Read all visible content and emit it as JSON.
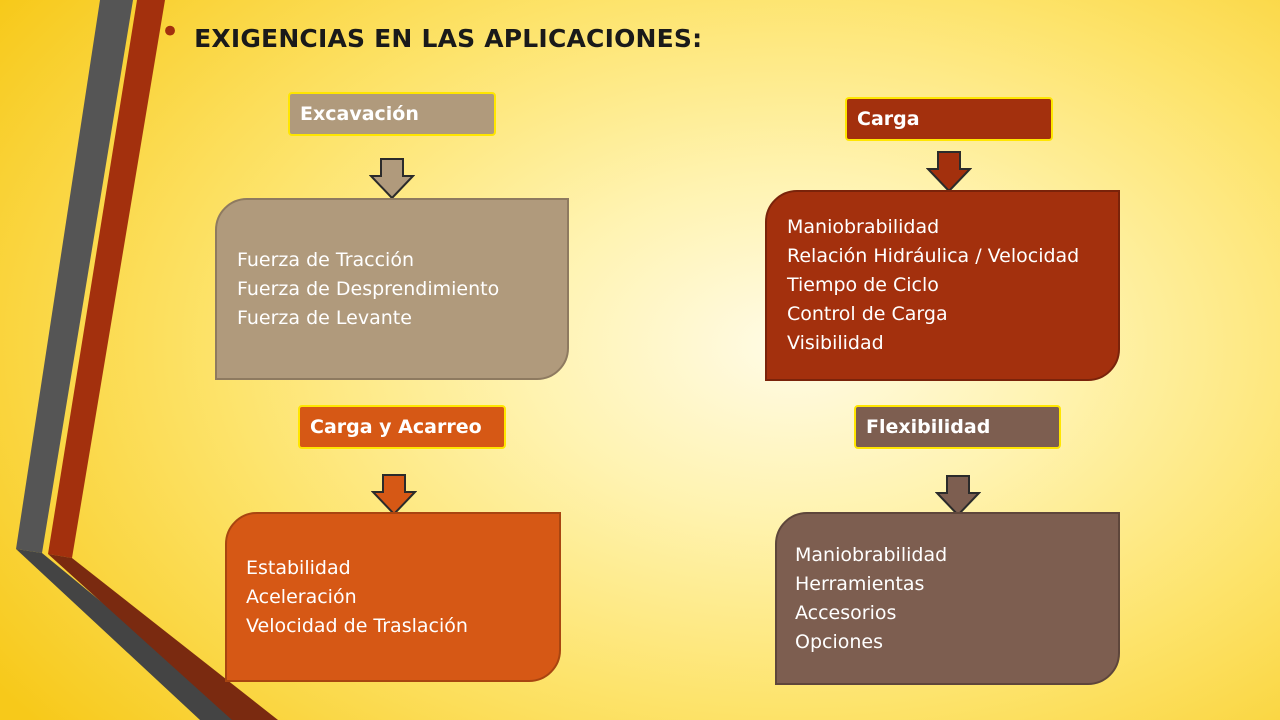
{
  "title": "EXIGENCIAS EN LAS APLICACIONES:",
  "colors": {
    "tan": "#b09a7c",
    "rust": "#a3300d",
    "orange": "#d65815",
    "brown": "#7d5e50",
    "label_border": "#ffe600"
  },
  "blocks": [
    {
      "label": "Excavación",
      "items": [
        "Fuerza de Tracción",
        "Fuerza de Desprendimiento",
        "Fuerza de Levante"
      ]
    },
    {
      "label": "Carga",
      "items": [
        "Maniobrabilidad",
        "Relación Hidráulica / Velocidad",
        "Tiempo de Ciclo",
        "Control de Carga",
        "Visibilidad"
      ]
    },
    {
      "label": "Carga y Acarreo",
      "items": [
        "Estabilidad",
        "Aceleración",
        "Velocidad de Traslación"
      ]
    },
    {
      "label": "Flexibilidad",
      "items": [
        "Maniobrabilidad",
        "Herramientas",
        "Accesorios",
        "Opciones"
      ]
    }
  ]
}
